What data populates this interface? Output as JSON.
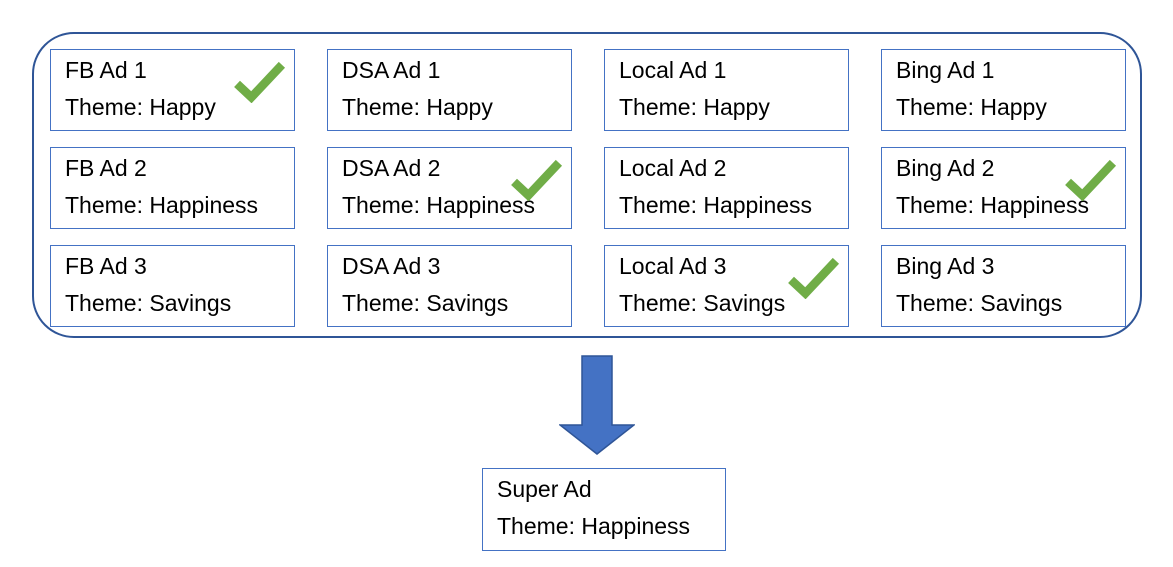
{
  "colors": {
    "outer_border": "#2F5597",
    "box_border": "#4472C4",
    "check_green": "#70AD47",
    "arrow_fill": "#4472C4",
    "arrow_border": "#2F5597",
    "text": "#000000",
    "background": "#FFFFFF"
  },
  "icons": {
    "check": "✓",
    "arrow_down": "⬇"
  },
  "diagram": {
    "candidate_pool": {
      "ads": [
        {
          "name": "FB Ad 1",
          "theme": "Theme: Happy",
          "checked": true
        },
        {
          "name": "DSA Ad 1",
          "theme": "Theme: Happy",
          "checked": false
        },
        {
          "name": "Local Ad 1",
          "theme": "Theme: Happy",
          "checked": false
        },
        {
          "name": "Bing Ad 1",
          "theme": "Theme: Happy",
          "checked": false
        },
        {
          "name": "FB Ad 2",
          "theme": "Theme: Happiness",
          "checked": false
        },
        {
          "name": "DSA Ad 2",
          "theme": "Theme: Happiness",
          "checked": true
        },
        {
          "name": "Local Ad 2",
          "theme": "Theme: Happiness",
          "checked": false
        },
        {
          "name": "Bing Ad 2",
          "theme": "Theme: Happiness",
          "checked": true
        },
        {
          "name": "FB Ad 3",
          "theme": "Theme: Savings",
          "checked": false
        },
        {
          "name": "DSA Ad 3",
          "theme": "Theme: Savings",
          "checked": false
        },
        {
          "name": "Local Ad 3",
          "theme": "Theme: Savings",
          "checked": true
        },
        {
          "name": "Bing Ad 3",
          "theme": "Theme: Savings",
          "checked": false
        }
      ]
    },
    "arrow": {
      "direction": "down"
    },
    "result_box": {
      "name": "Super Ad",
      "theme": "Theme: Happiness"
    }
  }
}
